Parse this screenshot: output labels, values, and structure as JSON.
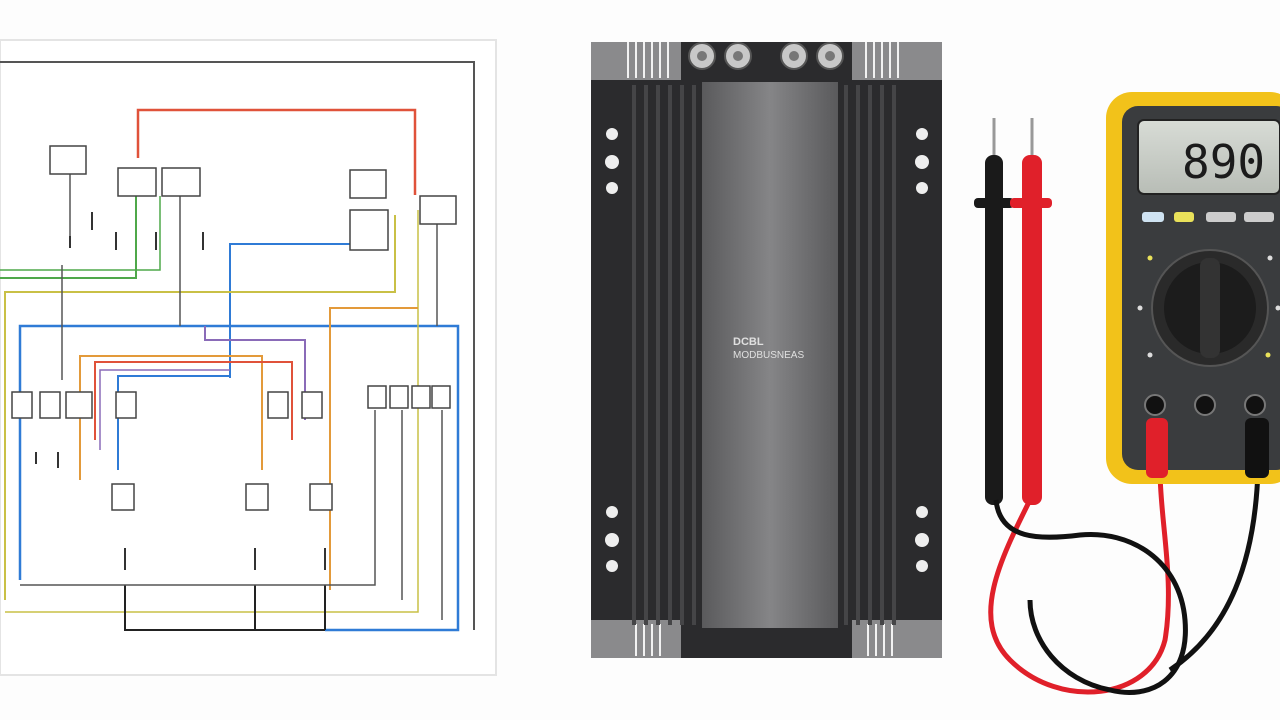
{
  "amplifier": {
    "label_line1": "DCBL",
    "label_line2": "MODBUSNEAS",
    "body_color": "#2b2b2d",
    "face_color": "#6e6e70"
  },
  "multimeter": {
    "display_reading": "890",
    "casing_color": "#f2c21a",
    "body_color": "#3a3c3e"
  },
  "probes": {
    "black_color": "#1a1a1a",
    "red_color": "#e0202a"
  },
  "schematic": {
    "wire_colors": {
      "red": "#e0523a",
      "blue": "#2f7bd6",
      "green": "#4fa84a",
      "yellow": "#c9c046",
      "orange": "#e39a3a",
      "purple": "#8a6bb8",
      "gray": "#555555"
    }
  }
}
